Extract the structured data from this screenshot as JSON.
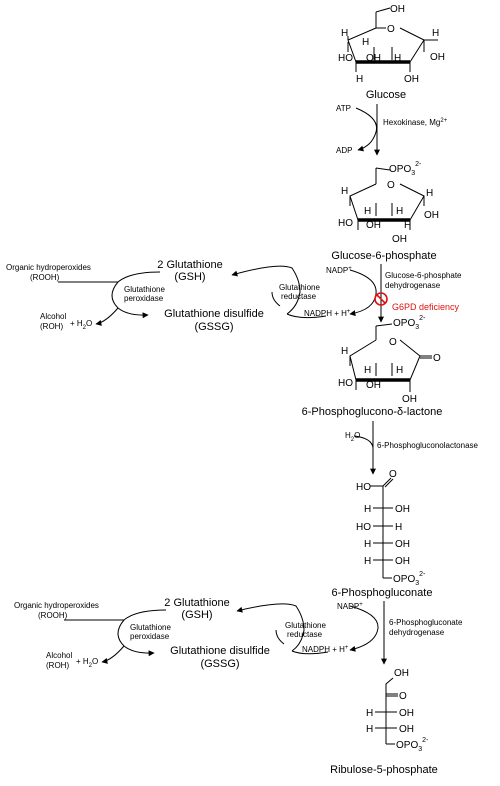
{
  "colors": {
    "ink": "#000000",
    "deficiency": "#e01010"
  },
  "compounds": {
    "glucose": "Glucose",
    "g6p": "Glucose-6-phosphate",
    "lactone": "6-Phosphoglucono-δ-lactone",
    "gluconate": "6-Phosphogluconate",
    "ribulose": "Ribulose-5-phosphate"
  },
  "atoms": {
    "oh": "OH",
    "h": "H",
    "ho": "HO",
    "o": "O",
    "po3": "OPO",
    "sub3": "3",
    "sup2m": "2-"
  },
  "reactions": {
    "step1": {
      "cofactor_in": "ATP",
      "cofactor_out": "ADP",
      "enzyme": "Hexokinase, Mg",
      "enzyme_sup": "2+"
    },
    "step2": {
      "cofactor_in": "NADP",
      "cofactor_in_sup": "+",
      "cofactor_out": "NADPH + H",
      "cofactor_out_sup": "+",
      "enzyme_line1": "Glucose-6-phosphate",
      "enzyme_line2": "dehydrogenase",
      "deficiency": "G6PD deficiency"
    },
    "step3": {
      "cofactor_in": "H",
      "cofactor_in_sub": "2",
      "cofactor_in_tail": "O",
      "enzyme": "6-Phosphogluconolactonase"
    },
    "step4": {
      "cofactor_in": "NADP",
      "cofactor_in_sup": "+",
      "cofactor_out": "NADPH + H",
      "cofactor_out_sup": "+",
      "enzyme_line1": "6-Phosphogluconate",
      "enzyme_line2": "dehydrogenase"
    }
  },
  "glutathione_cycle": {
    "reduced_line1": "2 Glutathione",
    "reduced_line2": "(GSH)",
    "oxidized_line1": "Glutathione disulfide",
    "oxidized_line2": "(GSSG)",
    "reductase_line1": "Glutathione",
    "reductase_line2": "reductase",
    "peroxidase_line1": "Glutathione",
    "peroxidase_line2": "peroxidase",
    "substrate_line1": "Organic hydroperoxides",
    "substrate_line2": "(ROOH)",
    "product_line1": "Alcohol",
    "product_line2": "(ROH)",
    "water_plus": "+ H",
    "water_sub": "2",
    "water_tail": "O"
  }
}
